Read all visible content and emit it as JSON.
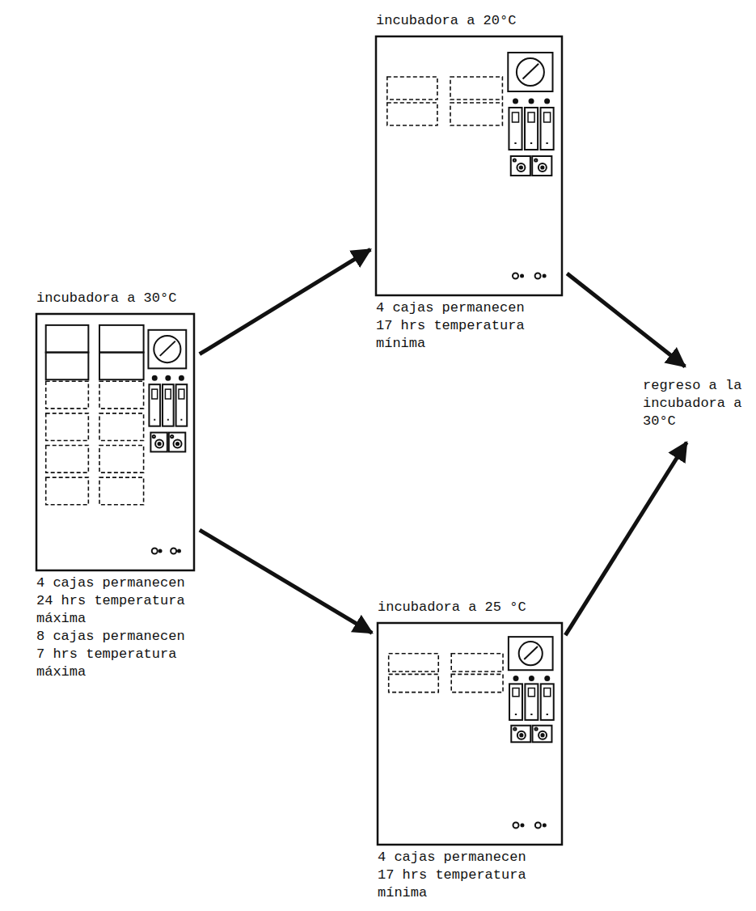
{
  "diagram": {
    "nodes": [
      {
        "text": [
          "incubadora a 30°C",
          "4 cajas permanecen 24 hrs temperatura máxima",
          "8 cajas permanecen 7 hrs temperatura máxima"
        ]
      },
      {
        "text": [
          "incubadora a 20°C",
          "4 cajas permanecen 17 hrs temperatura mínima"
        ]
      },
      {
        "text": [
          "incubadora a 25 °C",
          "4 cajas permanecen 17 hrs temperatura mínima"
        ]
      },
      {
        "text": [
          "regreso a la incubadora a 30°C"
        ]
      }
    ],
    "edges": [
      {
        "from": 0,
        "to": 1,
        "arrow": "to"
      },
      {
        "from": 0,
        "to": 2,
        "arrow": "to"
      },
      {
        "from": 1,
        "to": 3,
        "arrow": "to"
      },
      {
        "from": 2,
        "to": 3,
        "arrow": "to"
      }
    ]
  }
}
